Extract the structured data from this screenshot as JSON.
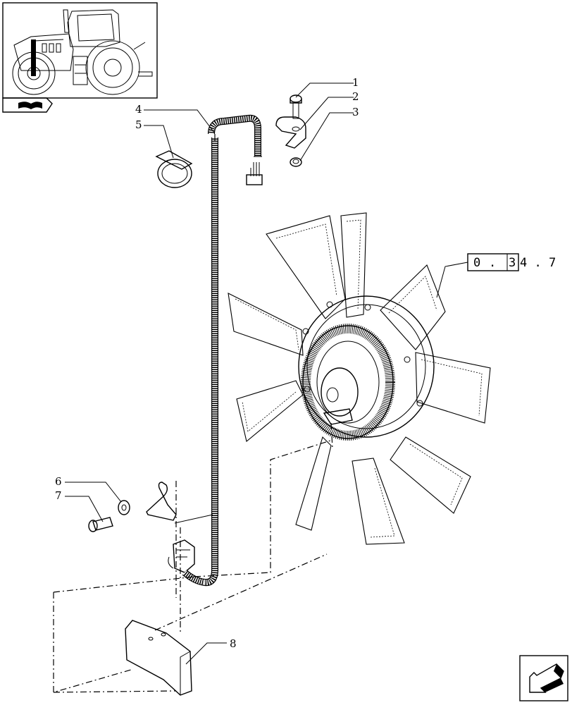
{
  "callouts": [
    {
      "id": "1",
      "label": "1"
    },
    {
      "id": "2",
      "label": "2"
    },
    {
      "id": "3",
      "label": "3"
    },
    {
      "id": "4",
      "label": "4"
    },
    {
      "id": "5",
      "label": "5"
    },
    {
      "id": "6",
      "label": "6"
    },
    {
      "id": "7",
      "label": "7"
    },
    {
      "id": "8",
      "label": "8"
    }
  ],
  "reference": {
    "boxed_digits": [
      "0",
      ".",
      "3"
    ],
    "trailing_text": "4 . 7"
  },
  "icons": {
    "thumbnail": "tractor-thumbnail-icon",
    "book": "open-book-icon",
    "nav": "next-page-arrow-icon"
  }
}
